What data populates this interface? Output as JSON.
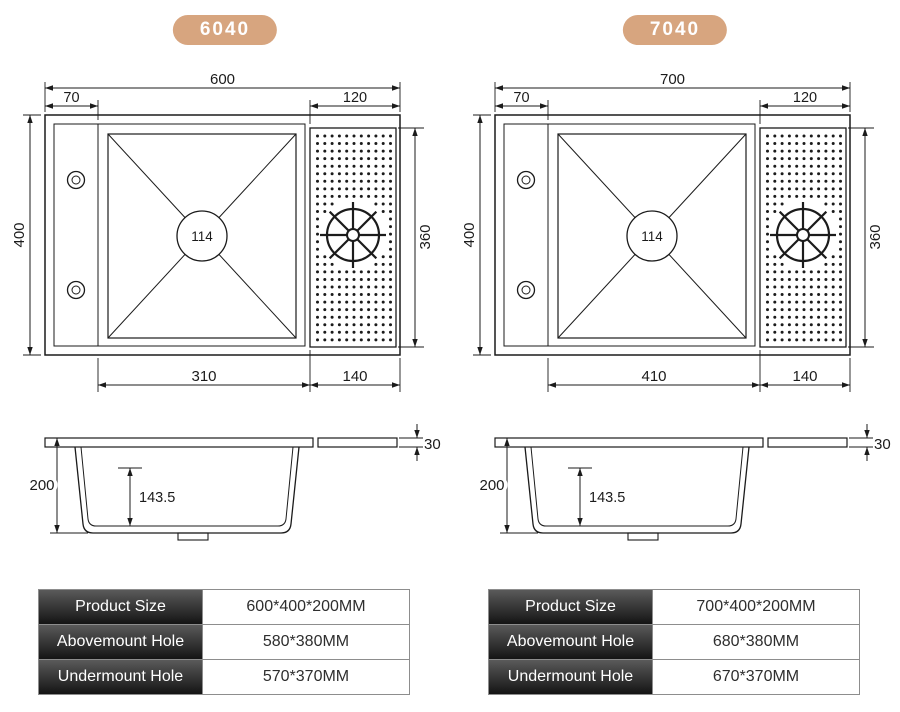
{
  "colors": {
    "accent_badge": "#d7a57f",
    "ink": "#1b1b1b"
  },
  "models": [
    {
      "badge": "6040",
      "top_view": {
        "overall_width": "600",
        "left_offset": "70",
        "drain_width": "120",
        "overall_depth": "400",
        "drain_length": "360",
        "drain_hole_diameter": "114",
        "bowl_width": "310",
        "drain_width_bottom": "140"
      },
      "side_view": {
        "rim_height": "30",
        "total_height": "200",
        "bowl_depth": "143.5"
      },
      "spec_table": [
        {
          "label": "Product Size",
          "value": "600*400*200MM"
        },
        {
          "label": "Abovemount Hole",
          "value": "580*380MM"
        },
        {
          "label": "Undermount Hole",
          "value": "570*370MM"
        }
      ]
    },
    {
      "badge": "7040",
      "top_view": {
        "overall_width": "700",
        "left_offset": "70",
        "drain_width": "120",
        "overall_depth": "400",
        "drain_length": "360",
        "drain_hole_diameter": "114",
        "bowl_width": "410",
        "drain_width_bottom": "140"
      },
      "side_view": {
        "rim_height": "30",
        "total_height": "200",
        "bowl_depth": "143.5"
      },
      "spec_table": [
        {
          "label": "Product Size",
          "value": "700*400*200MM"
        },
        {
          "label": "Abovemount Hole",
          "value": "680*380MM"
        },
        {
          "label": "Undermount Hole",
          "value": "670*370MM"
        }
      ]
    }
  ]
}
